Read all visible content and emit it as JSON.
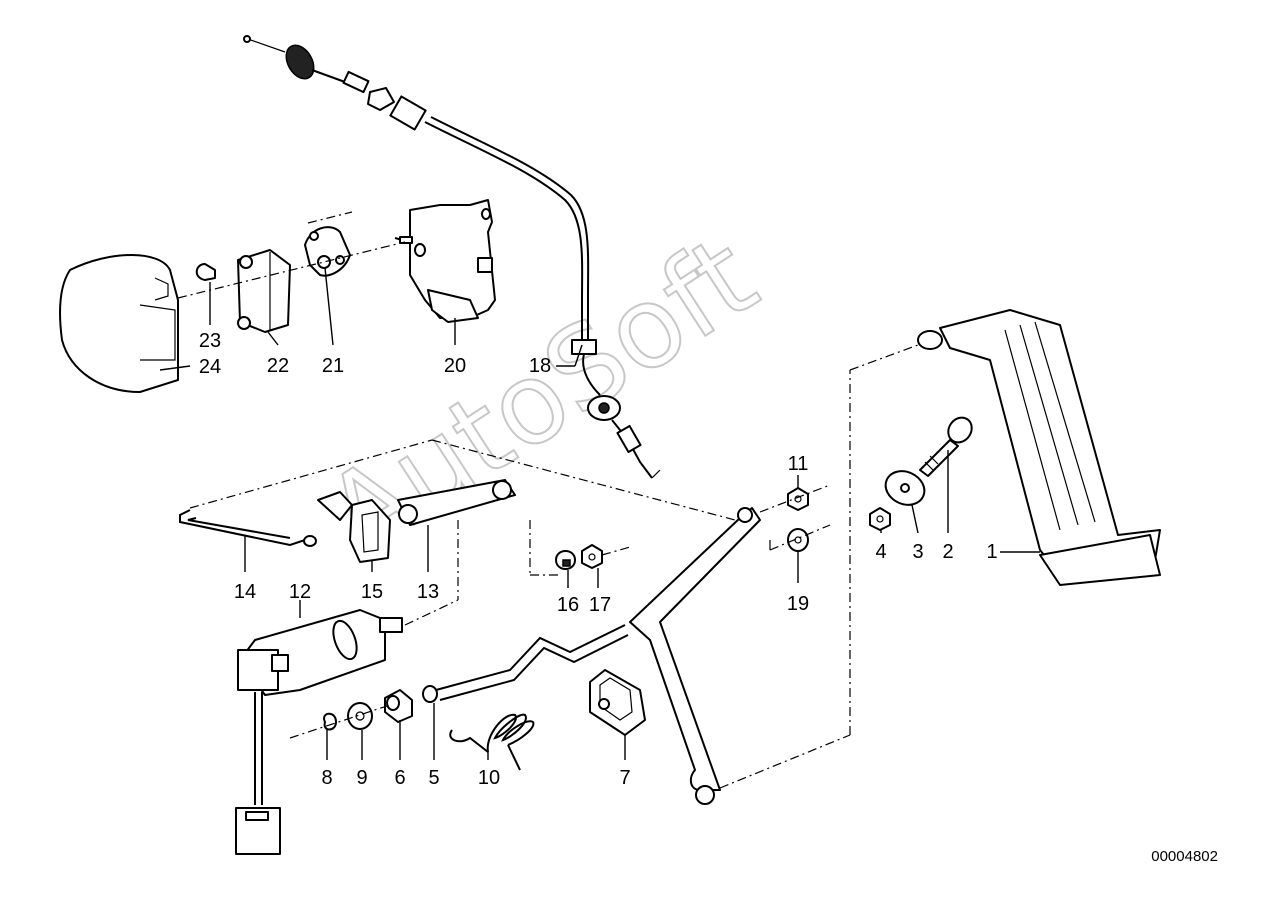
{
  "diagram": {
    "document_number": "00004802",
    "watermark_text": "AutoSoft",
    "callouts": [
      {
        "id": "c1",
        "label": "1"
      },
      {
        "id": "c2",
        "label": "2"
      },
      {
        "id": "c3",
        "label": "3"
      },
      {
        "id": "c4",
        "label": "4"
      },
      {
        "id": "c5",
        "label": "5"
      },
      {
        "id": "c6",
        "label": "6"
      },
      {
        "id": "c7",
        "label": "7"
      },
      {
        "id": "c8",
        "label": "8"
      },
      {
        "id": "c9",
        "label": "9"
      },
      {
        "id": "c10",
        "label": "10"
      },
      {
        "id": "c11",
        "label": "11"
      },
      {
        "id": "c12",
        "label": "12"
      },
      {
        "id": "c13",
        "label": "13"
      },
      {
        "id": "c14",
        "label": "14"
      },
      {
        "id": "c15",
        "label": "15"
      },
      {
        "id": "c16",
        "label": "16"
      },
      {
        "id": "c17",
        "label": "17"
      },
      {
        "id": "c18",
        "label": "18"
      },
      {
        "id": "c19",
        "label": "19"
      },
      {
        "id": "c20",
        "label": "20"
      },
      {
        "id": "c21",
        "label": "21"
      },
      {
        "id": "c22",
        "label": "22"
      },
      {
        "id": "c23",
        "label": "23"
      },
      {
        "id": "c24",
        "label": "24"
      }
    ]
  }
}
